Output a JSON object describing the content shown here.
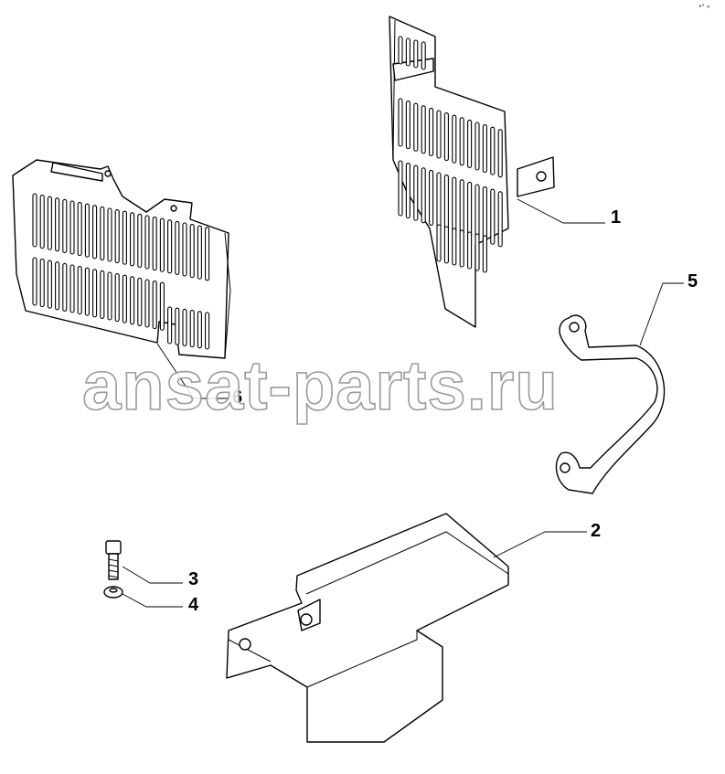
{
  "diagram": {
    "corner_mark": "•° ⠶",
    "watermark": "ansat-parts.ru",
    "callouts": [
      {
        "id": "1",
        "label": "1"
      },
      {
        "id": "2",
        "label": "2"
      },
      {
        "id": "3",
        "label": "3"
      },
      {
        "id": "4",
        "label": "4"
      },
      {
        "id": "5",
        "label": "5"
      },
      {
        "id": "6",
        "label": "6"
      }
    ]
  }
}
